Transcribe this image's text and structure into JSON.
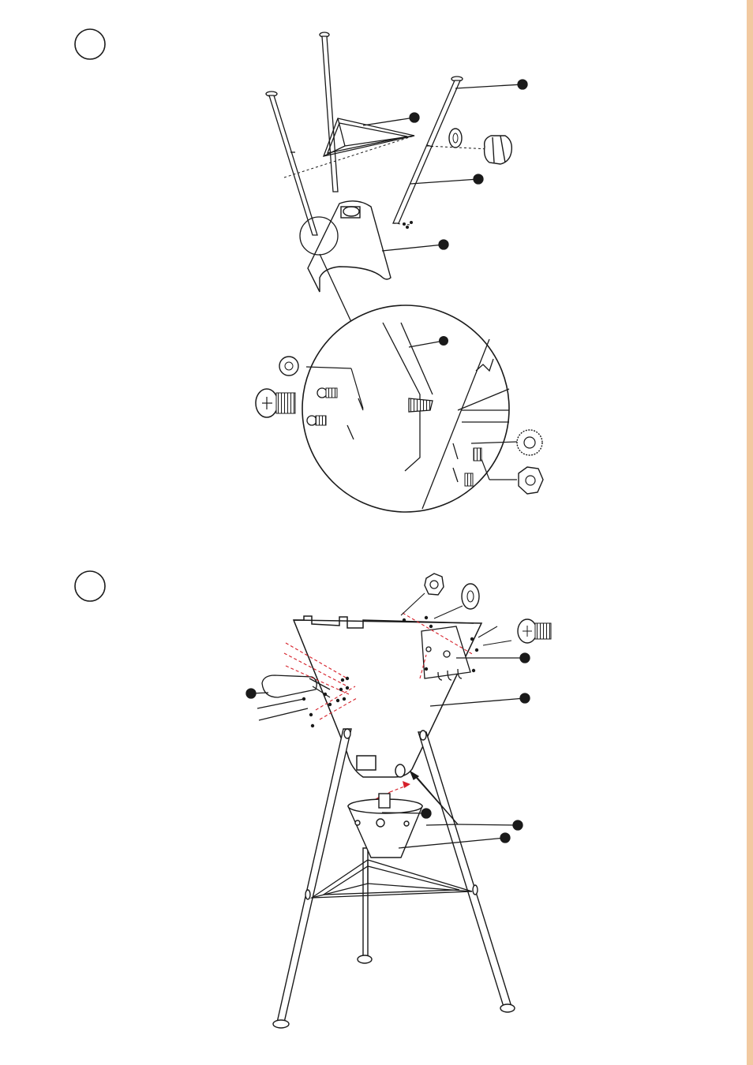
{
  "document": {
    "kind": "assembly-instructions",
    "step_markers": [
      {
        "id": "step-1",
        "label": ""
      },
      {
        "id": "step-2",
        "label": ""
      }
    ],
    "callouts_step1": [
      "",
      "",
      "",
      "",
      "",
      ""
    ],
    "callouts_step2": [
      "",
      "",
      "",
      "",
      "",
      "",
      ""
    ]
  },
  "colors": {
    "ink": "#1a1a1a",
    "accent_edge": "#f2c9a0",
    "guide_red": "#d6202a",
    "paper": "#ffffff",
    "metal_fill": "#ececec"
  }
}
